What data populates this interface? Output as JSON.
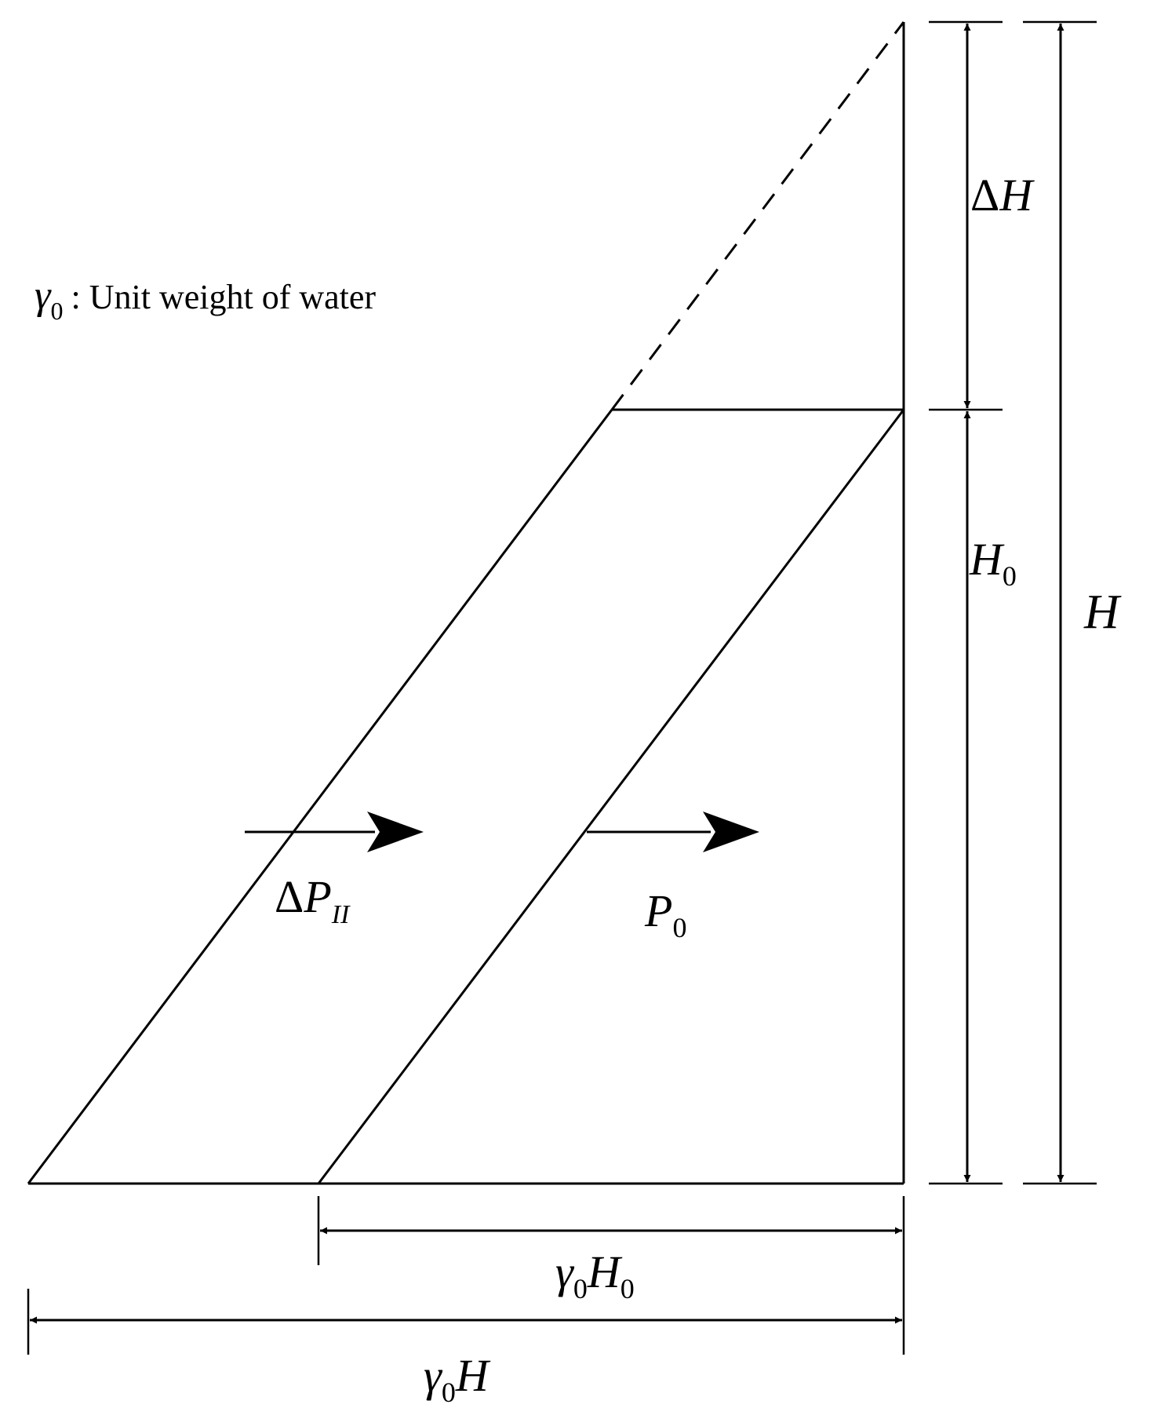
{
  "legend": {
    "symbol": "γ",
    "subscript": "0",
    "text": ": Unit weight of water"
  },
  "labels": {
    "delta_h": {
      "prefix": "Δ",
      "main": "H",
      "sub": ""
    },
    "h0": {
      "prefix": "",
      "main": "H",
      "sub": "0"
    },
    "h": {
      "prefix": "",
      "main": "H",
      "sub": ""
    },
    "delta_p_ii": {
      "prefix": "Δ",
      "main": "P",
      "sub": "II"
    },
    "p0": {
      "prefix": "",
      "main": "P",
      "sub": "0"
    },
    "gamma0_h0": {
      "g": "γ",
      "gsub": "0",
      "main": "H",
      "sub": "0"
    },
    "gamma0_h": {
      "g": "γ",
      "gsub": "0",
      "main": "H",
      "sub": ""
    }
  },
  "colors": {
    "stroke": "#000000",
    "background": "#ffffff"
  }
}
